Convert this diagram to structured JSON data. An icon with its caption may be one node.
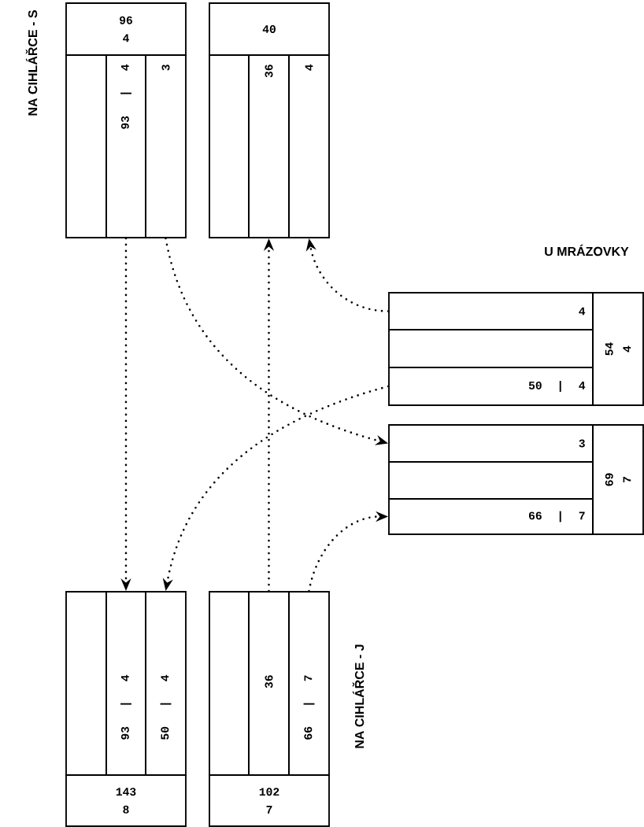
{
  "diagram": {
    "nodes": [
      {
        "text": [
          "96",
          "4"
        ]
      },
      {
        "text": [],
        "shape": "box"
      },
      {
        "text": [
          "93 | 4"
        ]
      },
      {
        "text": [
          "3"
        ]
      },
      {
        "text": [
          "40"
        ]
      },
      {
        "text": [],
        "shape": "box"
      },
      {
        "text": [
          "36"
        ]
      },
      {
        "text": [
          "4"
        ]
      },
      {
        "text": [
          "4"
        ]
      },
      {
        "text": [],
        "shape": "box"
      },
      {
        "text": [
          "50 | 4"
        ]
      },
      {
        "text": [
          "54",
          "4"
        ]
      },
      {
        "text": [
          "3"
        ]
      },
      {
        "text": [],
        "shape": "box"
      },
      {
        "text": [
          "66 | 7"
        ]
      },
      {
        "text": [
          "69",
          "7"
        ]
      },
      {
        "text": [],
        "shape": "box"
      },
      {
        "text": [
          "93 | 4"
        ]
      },
      {
        "text": [
          "50 | 4"
        ]
      },
      {
        "text": [
          "143",
          "8"
        ]
      },
      {
        "text": [],
        "shape": "box"
      },
      {
        "text": [
          "36"
        ]
      },
      {
        "text": [
          "66 | 7"
        ]
      },
      {
        "text": [
          "102",
          "7"
        ]
      }
    ],
    "edges": [
      {
        "from": 2,
        "to": 17,
        "arrow": "to"
      },
      {
        "from": 3,
        "to": 12,
        "arrow": "to"
      },
      {
        "from": 10,
        "to": 18,
        "arrow": "to"
      },
      {
        "from": 8,
        "to": 7,
        "arrow": "to"
      },
      {
        "from": 21,
        "to": 6,
        "arrow": "to"
      },
      {
        "from": 22,
        "to": 14,
        "arrow": "to"
      }
    ],
    "labels": [
      "NA CIHLÁŘCE - S",
      "U MRÁZOVKY",
      "NA CIHLÁŘCE - J"
    ]
  }
}
